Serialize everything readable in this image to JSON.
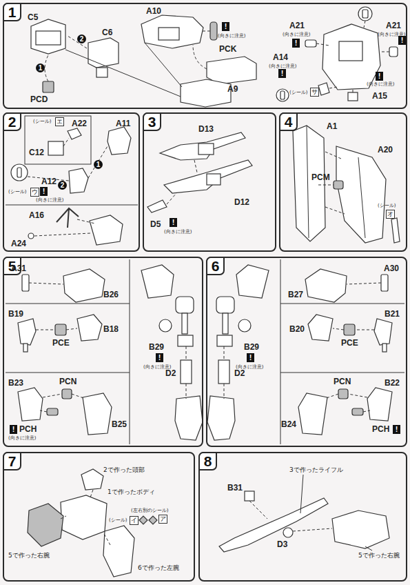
{
  "diagram": {
    "nodes": [
      {
        "text": [
          "1"
        ]
      },
      {
        "text": [
          "2"
        ]
      },
      {
        "text": [
          "3"
        ]
      },
      {
        "text": [
          "4"
        ]
      },
      {
        "text": [
          "5"
        ]
      },
      {
        "text": [
          "6"
        ]
      },
      {
        "text": [
          "7"
        ]
      },
      {
        "text": [
          "8"
        ]
      }
    ],
    "labels": [
      "C5",
      "C6",
      "2",
      "1",
      "PCD",
      "A10",
      "PCK",
      "!",
      "(向きに注意)",
      "A9",
      "A21",
      "(向きに注意)",
      "!",
      "A21",
      "(向きに注意)",
      "!",
      "A14",
      "(向きに注意)",
      "!",
      "(シール)",
      "サ",
      "!",
      "(向きに注意)",
      "A15",
      "(シール)",
      "エ",
      "A22",
      "C12",
      "A11",
      "A12",
      "2",
      "1",
      "(シール)",
      "ウ",
      "!",
      "(向きに注意)",
      "A16",
      "A24",
      "D13",
      "D12",
      "D5",
      "!",
      "(向きに注意)",
      "A1",
      "A20",
      "PCM",
      "(シール)",
      "オ",
      "A31",
      "B26",
      "B19",
      "B18",
      "PCE",
      "B29",
      "!",
      "(向きに注意)",
      "D2",
      "B23",
      "PCN",
      "B25",
      "!",
      "PCH",
      "(向きに注意)",
      "B27",
      "A30",
      "B20",
      "PCE",
      "B21",
      "(向きに注意)",
      "!",
      "B29",
      "D2",
      "PCN",
      "B24",
      "B22",
      "PCH",
      "!",
      "2で作った頭部",
      "1で作ったボディ",
      "(左右別のシール)",
      "(シール)",
      "イ",
      "ア",
      "5で作った右腕",
      "6で作った左腕",
      "B31",
      "3で作ったライフル",
      "D3",
      "5で作った右腕"
    ]
  }
}
